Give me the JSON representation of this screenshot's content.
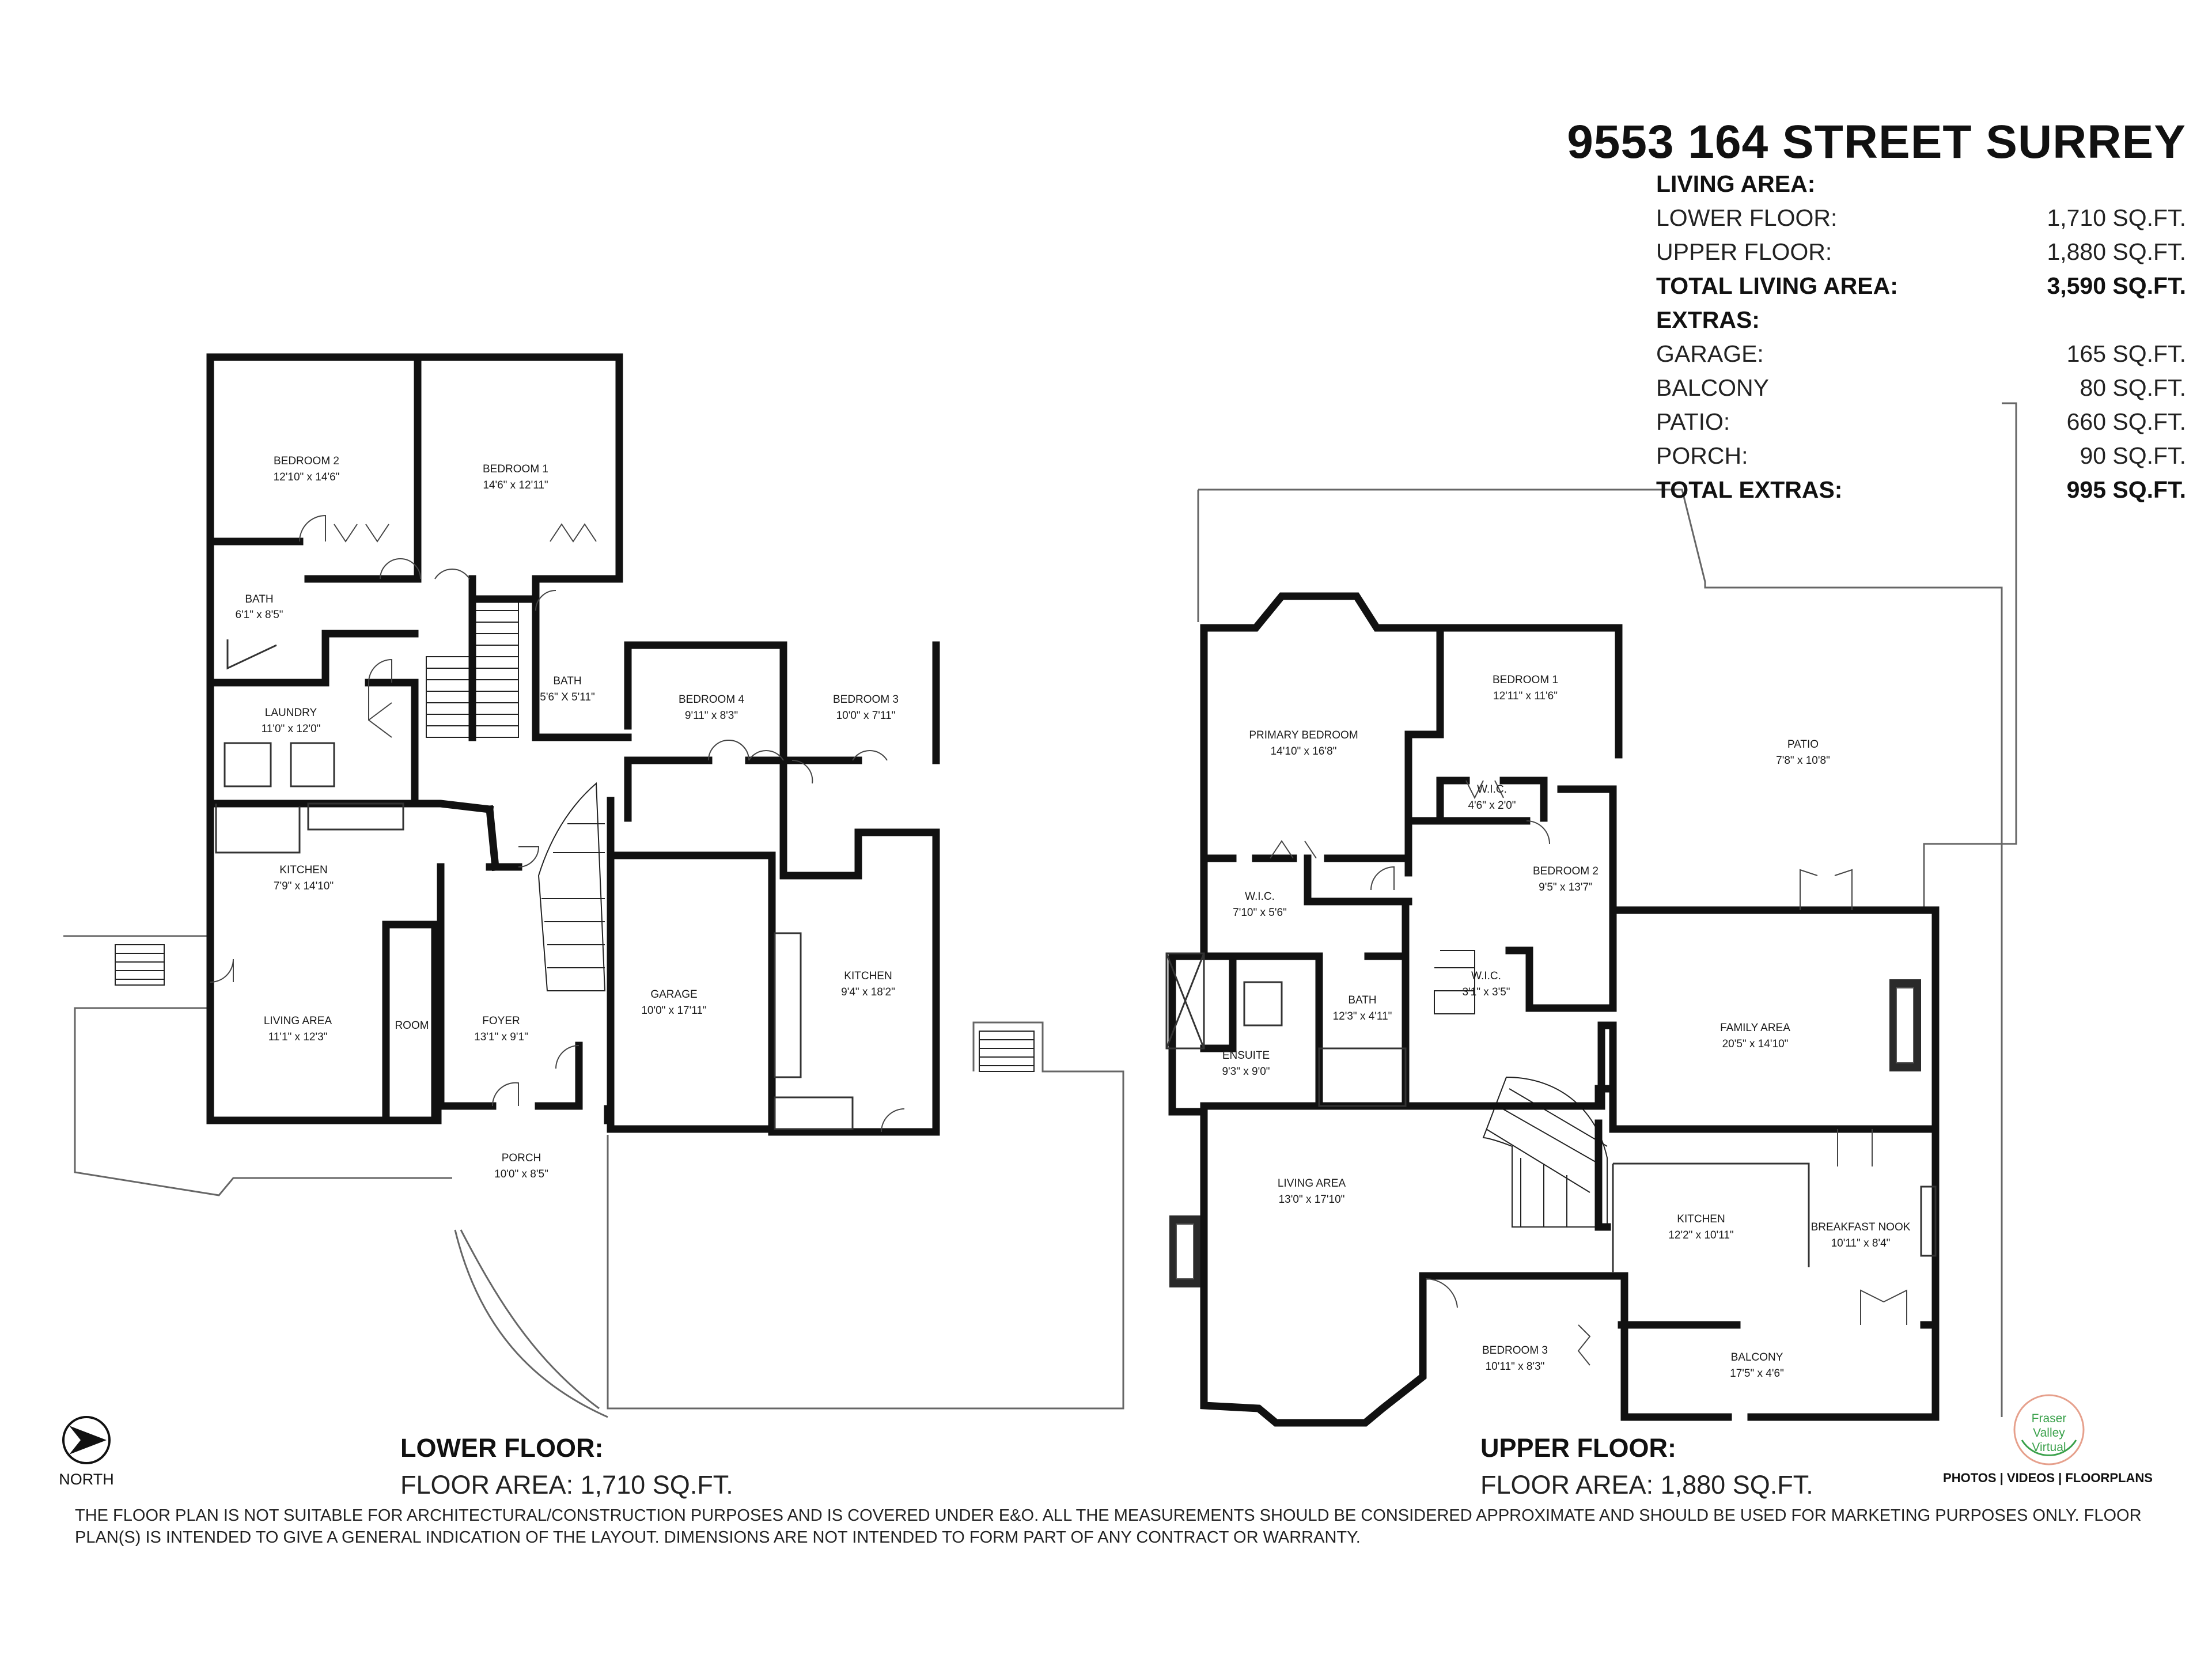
{
  "property": {
    "address": "9553 164 STREET SURREY",
    "living_area_heading": "LIVING AREA:",
    "living_rows": [
      {
        "label": "LOWER FLOOR:",
        "value": "1,710 SQ.FT."
      },
      {
        "label": "UPPER FLOOR:",
        "value": "1,880 SQ.FT."
      }
    ],
    "total_living": {
      "label": "TOTAL LIVING AREA:",
      "value": "3,590 SQ.FT."
    },
    "extras_heading": "EXTRAS:",
    "extras_rows": [
      {
        "label": "GARAGE:",
        "value": "165 SQ.FT."
      },
      {
        "label": "BALCONY",
        "value": "80 SQ.FT."
      },
      {
        "label": "PATIO:",
        "value": "660 SQ.FT."
      },
      {
        "label": "PORCH:",
        "value": "90 SQ.FT."
      }
    ],
    "total_extras": {
      "label": "TOTAL EXTRAS:",
      "value": "995 SQ.FT."
    }
  },
  "lower_floor": {
    "heading": "LOWER FLOOR:",
    "area_text": "FLOOR AREA: 1,710 SQ.FT.",
    "rooms": [
      {
        "name": "BEDROOM 2",
        "dims": "12'10\" x 14'6\""
      },
      {
        "name": "BEDROOM 1",
        "dims": "14'6\" x 12'11\""
      },
      {
        "name": "BATH",
        "dims": "6'1\" x 8'5\""
      },
      {
        "name": "LAUNDRY",
        "dims": "11'0\" x 12'0\""
      },
      {
        "name": "BATH",
        "dims": "5'6\" X 5'11\""
      },
      {
        "name": "BEDROOM 4",
        "dims": "9'11\" x 8'3\""
      },
      {
        "name": "BEDROOM 3",
        "dims": "10'0\" x 7'11\""
      },
      {
        "name": "KITCHEN",
        "dims": "7'9\" x 14'10\""
      },
      {
        "name": "LIVING AREA",
        "dims": "11'1\" x 12'3\""
      },
      {
        "name": "ROOM",
        "dims": ""
      },
      {
        "name": "FOYER",
        "dims": "13'1\" x 9'1\""
      },
      {
        "name": "GARAGE",
        "dims": "10'0\" x 17'11\""
      },
      {
        "name": "KITCHEN",
        "dims": "9'4\" x 18'2\""
      },
      {
        "name": "PORCH",
        "dims": "10'0\" x 8'5\""
      }
    ]
  },
  "upper_floor": {
    "heading": "UPPER FLOOR:",
    "area_text": "FLOOR AREA: 1,880 SQ.FT.",
    "rooms": [
      {
        "name": "PRIMARY BEDROOM",
        "dims": "14'10\" x 16'8\""
      },
      {
        "name": "BEDROOM 1",
        "dims": "12'11\" x 11'6\""
      },
      {
        "name": "W.I.C.",
        "dims": "4'6\" x 2'0\""
      },
      {
        "name": "PATIO",
        "dims": "7'8\" x 10'8\""
      },
      {
        "name": "BEDROOM 2",
        "dims": "9'5\" x 13'7\""
      },
      {
        "name": "W.I.C.",
        "dims": "7'10\" x 5'6\""
      },
      {
        "name": "W.I.C.",
        "dims": "3'1\" x 3'5\""
      },
      {
        "name": "BATH",
        "dims": "12'3\" x 4'11\""
      },
      {
        "name": "ENSUITE",
        "dims": "9'3\" x 9'0\""
      },
      {
        "name": "FAMILY AREA",
        "dims": "20'5\" x 14'10\""
      },
      {
        "name": "LIVING AREA",
        "dims": "13'0\" x 17'10\""
      },
      {
        "name": "KITCHEN",
        "dims": "12'2\" x 10'11\""
      },
      {
        "name": "BREAKFAST NOOK",
        "dims": "10'11\" x 8'4\""
      },
      {
        "name": "BEDROOM 3",
        "dims": "10'11\" x 8'3\""
      },
      {
        "name": "BALCONY",
        "dims": "17'5\" x 4'6\""
      }
    ]
  },
  "compass": {
    "label": "NORTH",
    "icon": "north-arrow-icon"
  },
  "logo": {
    "line1": "Fraser Valley",
    "line2": "Virtual",
    "tagline": "PHOTOS | VIDEOS | FLOORPLANS",
    "color": "#3aa14b"
  },
  "disclaimer": "THE FLOOR PLAN IS NOT SUITABLE FOR ARCHITECTURAL/CONSTRUCTION PURPOSES AND IS COVERED UNDER E&O. ALL THE MEASUREMENTS SHOULD BE CONSIDERED APPROXIMATE AND SHOULD BE USED FOR MARKETING PURPOSES ONLY. FLOOR PLAN(S) IS INTENDED TO GIVE A GENERAL INDICATION OF THE LAYOUT. DIMENSIONS ARE NOT INTENDED TO FORM PART OF ANY CONTRACT OR WARRANTY."
}
